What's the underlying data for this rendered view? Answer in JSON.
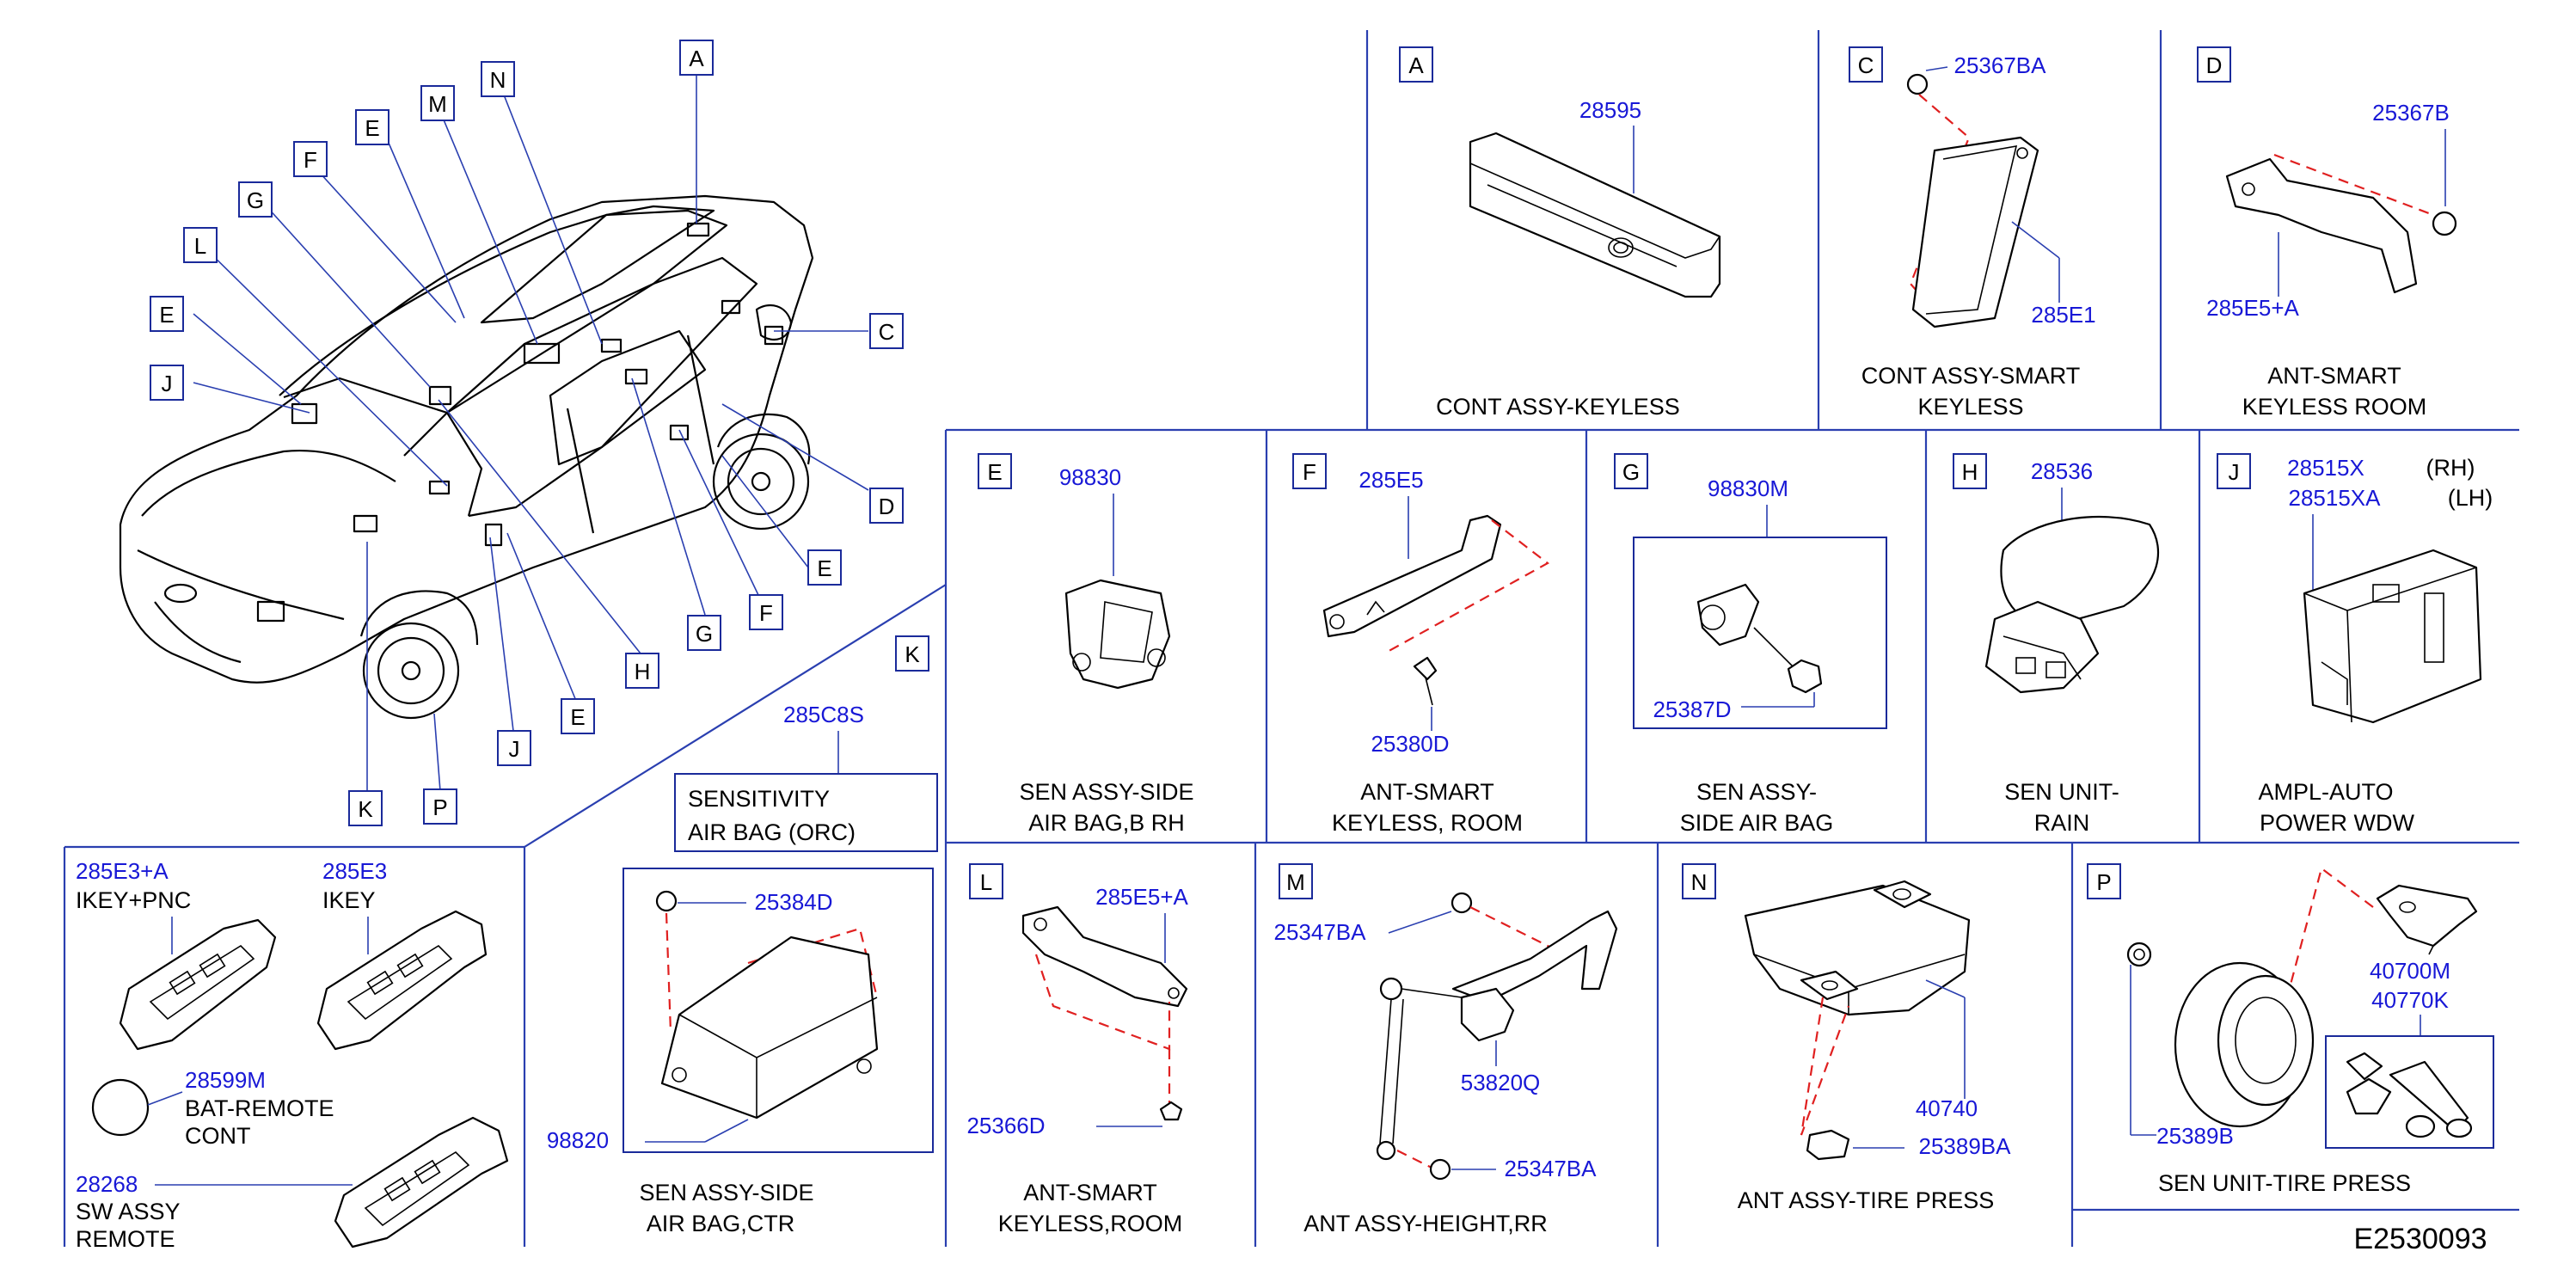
{
  "diagram_code": "E2530093",
  "car_callouts": [
    "A",
    "C",
    "D",
    "E",
    "F",
    "G",
    "H",
    "E",
    "J",
    "K",
    "P",
    "J",
    "E",
    "L",
    "G",
    "F",
    "E",
    "M",
    "N"
  ],
  "panels": {
    "A": {
      "letter": "A",
      "parts": [
        "28595"
      ],
      "caption": [
        "CONT   ASSY-KEYLESS"
      ]
    },
    "C": {
      "letter": "C",
      "parts": [
        "25367BA",
        "285E1"
      ],
      "caption": [
        "CONT   ASSY-SMART",
        "KEYLESS"
      ]
    },
    "D": {
      "letter": "D",
      "parts": [
        "25367B",
        "285E5+A"
      ],
      "caption": [
        "ANT-SMART",
        "KEYLESS   ROOM"
      ]
    },
    "E": {
      "letter": "E",
      "parts": [
        "98830"
      ],
      "caption": [
        "SEN   ASSY-SIDE",
        "AIR   BAG,B   RH"
      ]
    },
    "F": {
      "letter": "F",
      "parts": [
        "285E5",
        "25380D"
      ],
      "caption": [
        "ANT-SMART",
        "KEYLESS,   ROOM"
      ]
    },
    "G": {
      "letter": "G",
      "parts": [
        "98830M",
        "25387D"
      ],
      "caption": [
        "SEN   ASSY-",
        "SIDE   AIR   BAG"
      ]
    },
    "H": {
      "letter": "H",
      "parts": [
        "28536"
      ],
      "caption": [
        "SEN   UNIT-",
        "RAIN"
      ]
    },
    "J": {
      "letter": "J",
      "parts": [
        "28515X",
        "28515XA"
      ],
      "side_labels": [
        "(RH)",
        "(LH)"
      ],
      "caption": [
        "AMPL-AUTO",
        "POWER   WDW"
      ]
    },
    "K": {
      "letter": "K",
      "parts": [
        "285C8S",
        "25384D",
        "98820"
      ],
      "sensitivity": [
        "SENSITIVITY",
        "AIR   BAG     (ORC)"
      ],
      "caption": [
        "SEN   ASSY-SIDE",
        "AIR   BAG,CTR"
      ]
    },
    "L": {
      "letter": "L",
      "parts": [
        "285E5+A",
        "25366D"
      ],
      "caption": [
        "ANT-SMART",
        "KEYLESS,ROOM"
      ]
    },
    "M": {
      "letter": "M",
      "parts": [
        "25347BA",
        "53820Q",
        "25347BA"
      ],
      "caption": [
        "ANT   ASSY-HEIGHT,RR"
      ]
    },
    "N": {
      "letter": "N",
      "parts": [
        "40740",
        "25389BA"
      ],
      "caption": [
        "ANT   ASSY-TIRE   PRESS"
      ]
    },
    "P": {
      "letter": "P",
      "parts": [
        "40700M",
        "40770K",
        "25389B"
      ],
      "caption": [
        "SEN   UNIT-TIRE   PRESS"
      ]
    },
    "keys": {
      "items": [
        {
          "part": "285E3+A",
          "desc": [
            "IKEY+PNC"
          ]
        },
        {
          "part": "285E3",
          "desc": [
            "IKEY"
          ]
        },
        {
          "part": "28599M",
          "desc": [
            "BAT-REMOTE",
            "CONT"
          ]
        },
        {
          "part": "28268",
          "desc": [
            "SW   ASSY",
            "REMOTE"
          ]
        }
      ]
    }
  }
}
